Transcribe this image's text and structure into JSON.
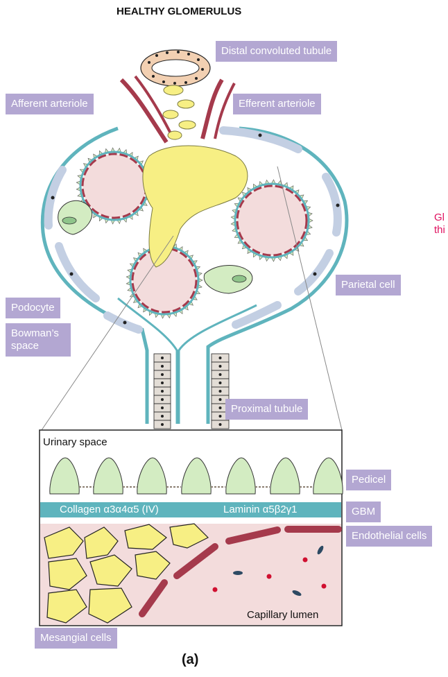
{
  "title": "HEALTHY GLOMERULUS",
  "labels": {
    "distal": "Distal convoluted tubule",
    "afferent": "Afferent arteriole",
    "efferent": "Efferent arteriole",
    "parietal": "Parietal cell",
    "podocyte": "Podocyte",
    "bowman": "Bowman’s space",
    "proximal": "Proximal tubule",
    "pedicel": "Pedicel",
    "gbm": "GBM",
    "endothelial": "Endothelial cells",
    "mesangial": "Mesangial cells"
  },
  "inset": {
    "urinary": "Urinary space",
    "collagen": "Collagen α3α4α5 (IV)",
    "laminin": "Laminin α5β2γ1",
    "capillary": "Capillary lumen"
  },
  "cutoff_text": [
    "Gl",
    "thi"
  ],
  "caption": "(a)",
  "colors": {
    "label_bg": "#b3a7d2",
    "capsule": "#5fb4bd",
    "mesangial": "#f7ef84",
    "podocyte": "#d3ecc2",
    "capillary": "#f3dcdc",
    "endothelium": "#a53a4c",
    "parietal": "#c3cfe3",
    "tubule_cell": "#f2d0b2"
  }
}
